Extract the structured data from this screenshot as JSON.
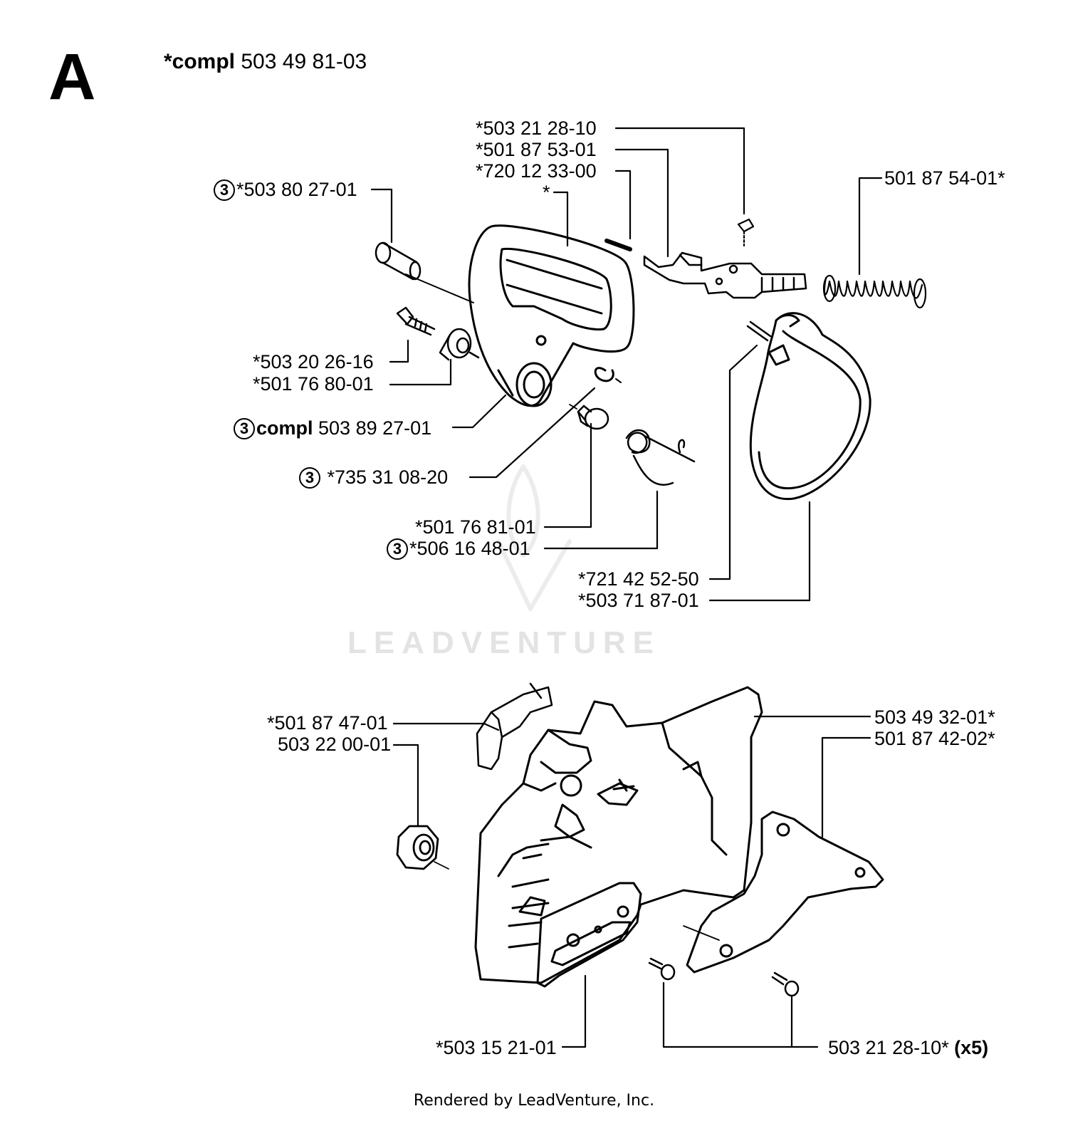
{
  "section": "A",
  "kit": {
    "prefix": "*compl",
    "number": "503 49 81-03"
  },
  "labels": {
    "l1": "*503 21 28-10",
    "l2": "*501 87 53-01",
    "l3": "*720 12 33-00",
    "l4": "*",
    "l5": "501 87 54-01*",
    "l6_circle": "3",
    "l6": "*503 80 27-01",
    "l7": "*503 20 26-16",
    "l8": "*501 76 80-01",
    "l9_circle": "3",
    "l9_prefix": "compl",
    "l9": " 503 89 27-01",
    "l10_circle": "3",
    "l10": " *735 31 08-20",
    "l11": "*501 76 81-01",
    "l12_circle": "3",
    "l12": "*506 16 48-01",
    "l13": "*721 42 52-50",
    "l14": "*503 71 87-01",
    "l15": "*501 87 47-01",
    "l16": "503 22 00-01",
    "l17": "503 49 32-01*",
    "l18": "501 87 42-02*",
    "l19": "*503 15 21-01",
    "l20": "503 21 28-10*",
    "l20_suffix": " (x5)"
  },
  "watermark": "LEADVENTURE",
  "footer": "Rendered by LeadVenture, Inc."
}
